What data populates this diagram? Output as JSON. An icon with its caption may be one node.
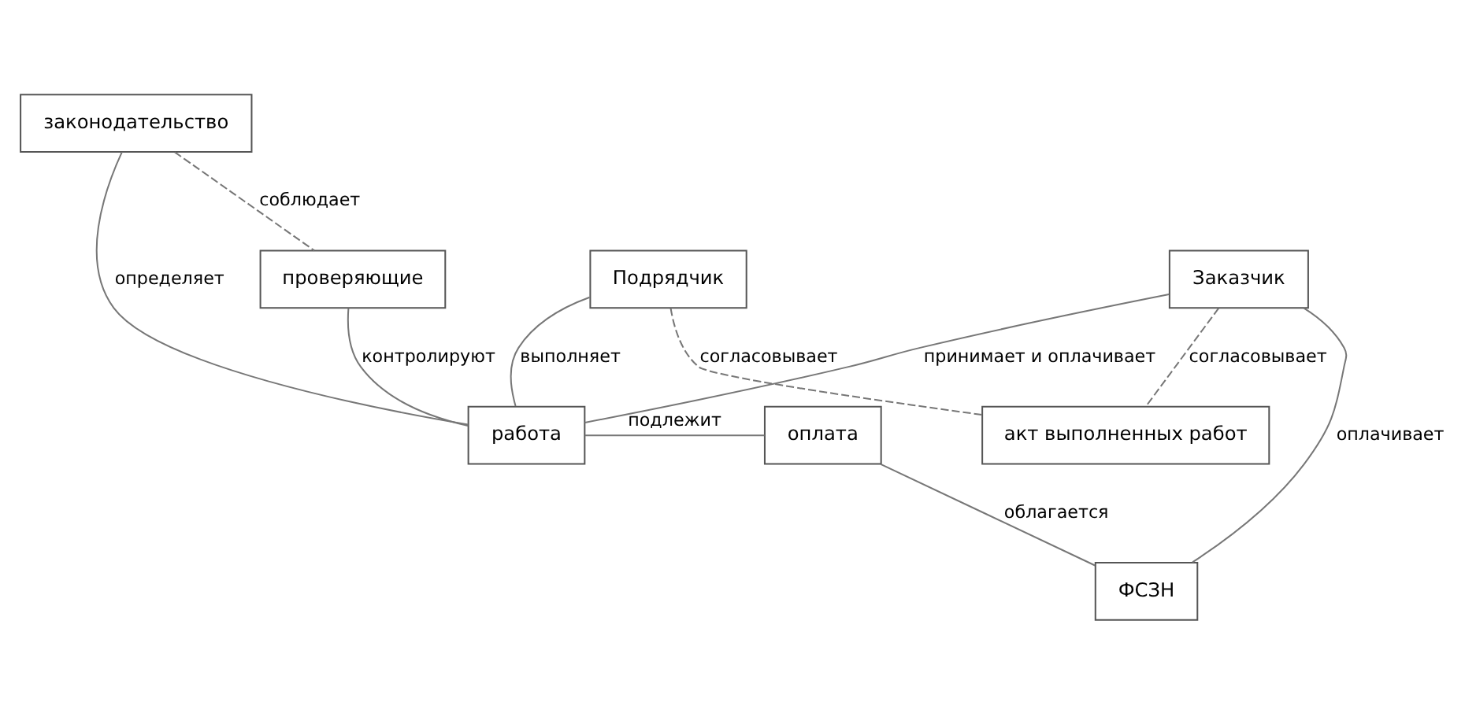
{
  "diagram": {
    "nodes": [
      {
        "text": [
          "Подрядчик"
        ]
      },
      {
        "text": [
          "проверяющие"
        ]
      },
      {
        "text": [
          "Заказчик"
        ]
      },
      {
        "text": [
          "законодательство"
        ]
      },
      {
        "text": [
          "работа"
        ]
      },
      {
        "text": [
          "оплата"
        ]
      },
      {
        "text": [
          "ФСЗН"
        ]
      },
      {
        "text": [
          "акт выполненных работ"
        ]
      }
    ],
    "edges": [
      {
        "from": 0,
        "to": 4,
        "arrow": "none",
        "label": "выполняет"
      },
      {
        "from": 0,
        "to": 7,
        "arrow": "none",
        "label": "согласовывает",
        "style": "dashed"
      },
      {
        "from": 3,
        "to": 1,
        "arrow": "none",
        "label": "соблюдает",
        "style": "dashed"
      },
      {
        "from": 1,
        "to": 4,
        "arrow": "none",
        "label": "контролируют"
      },
      {
        "from": 3,
        "to": 4,
        "arrow": "none",
        "label": "определяет"
      },
      {
        "from": 2,
        "to": 4,
        "arrow": "none",
        "label": "принимает и оплачивает"
      },
      {
        "from": 2,
        "to": 7,
        "arrow": "none",
        "label": "согласовывает",
        "style": "dashed"
      },
      {
        "from": 2,
        "to": 6,
        "arrow": "none",
        "label": "оплачивает"
      },
      {
        "from": 4,
        "to": 5,
        "arrow": "none",
        "label": "подлежит"
      },
      {
        "from": 5,
        "to": 6,
        "arrow": "none",
        "label": "облагается"
      }
    ]
  }
}
